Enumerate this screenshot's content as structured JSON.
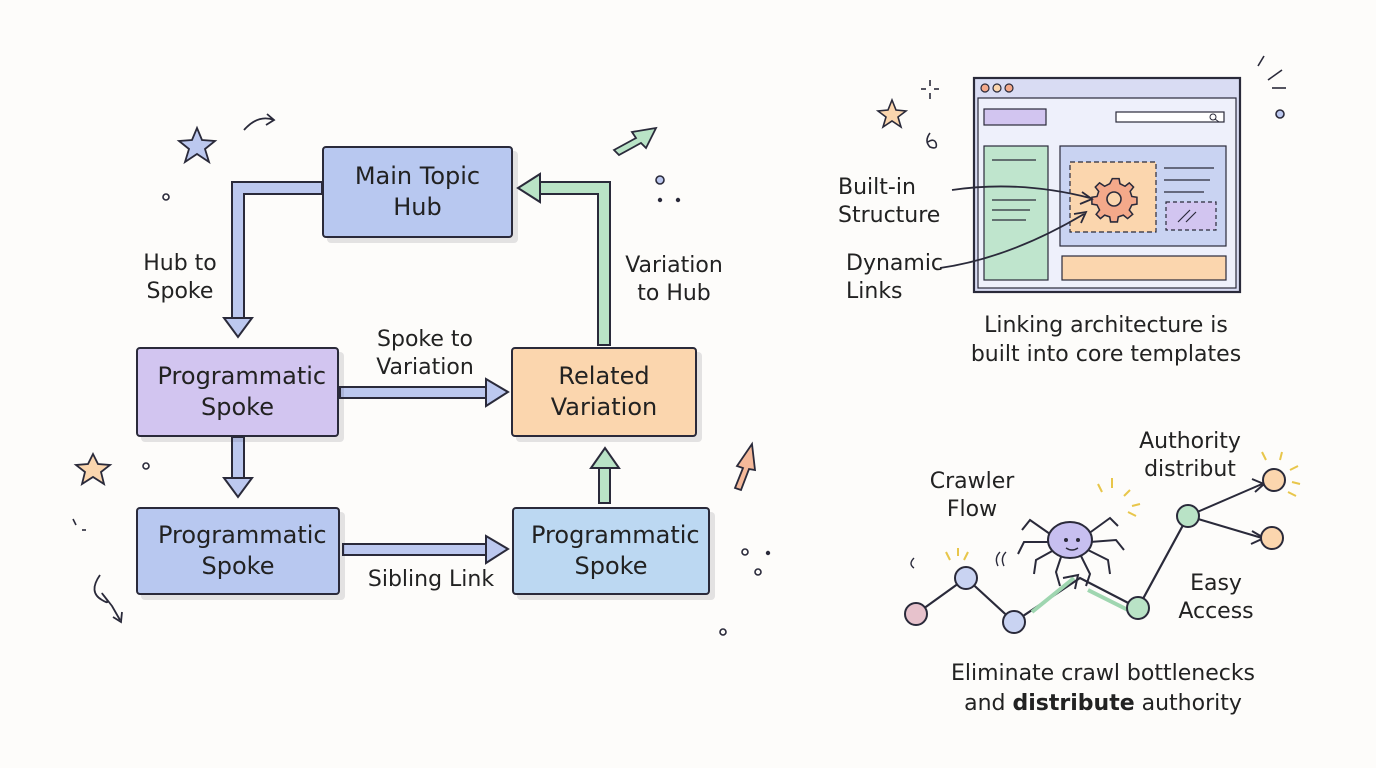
{
  "colors": {
    "blue": "#b8c8f0",
    "purple": "#d2c5f0",
    "orange": "#fbd6ae",
    "sky": "#bcd8f2",
    "green_arrow": "#b9e3c6",
    "blue_arrow": "#bcc8ef",
    "ink": "#2a2a3a"
  },
  "hub_diagram": {
    "main_hub": "Main Topic Hub",
    "spoke_top": "Programmatic Spoke",
    "spoke_bottom_left": "Programmatic Spoke",
    "spoke_bottom_right": "Programmatic Spoke",
    "related_variation": "Related Variation",
    "edges": {
      "hub_to_spoke": "Hub to Spoke",
      "spoke_to_variation": "Spoke to Variation",
      "variation_to_hub": "Variation to Hub",
      "sibling_link": "Sibling Link"
    }
  },
  "template_panel": {
    "built_in_structure": "Built-in Structure",
    "dynamic_links": "Dynamic Links",
    "caption_line1": "Linking architecture is",
    "caption_line2": "built into core templates",
    "icons": [
      "gear-icon",
      "magnifier-icon"
    ]
  },
  "crawler_panel": {
    "crawler_flow": "Crawler Flow",
    "authority": "Authority distribut",
    "easy_access": "Easy Access",
    "caption_line1": "Eliminate crawl bottlenecks",
    "caption_line2_a": "and ",
    "caption_line2_b": "distribute",
    "caption_line2_c": " authority",
    "icons": [
      "spider-icon"
    ]
  }
}
